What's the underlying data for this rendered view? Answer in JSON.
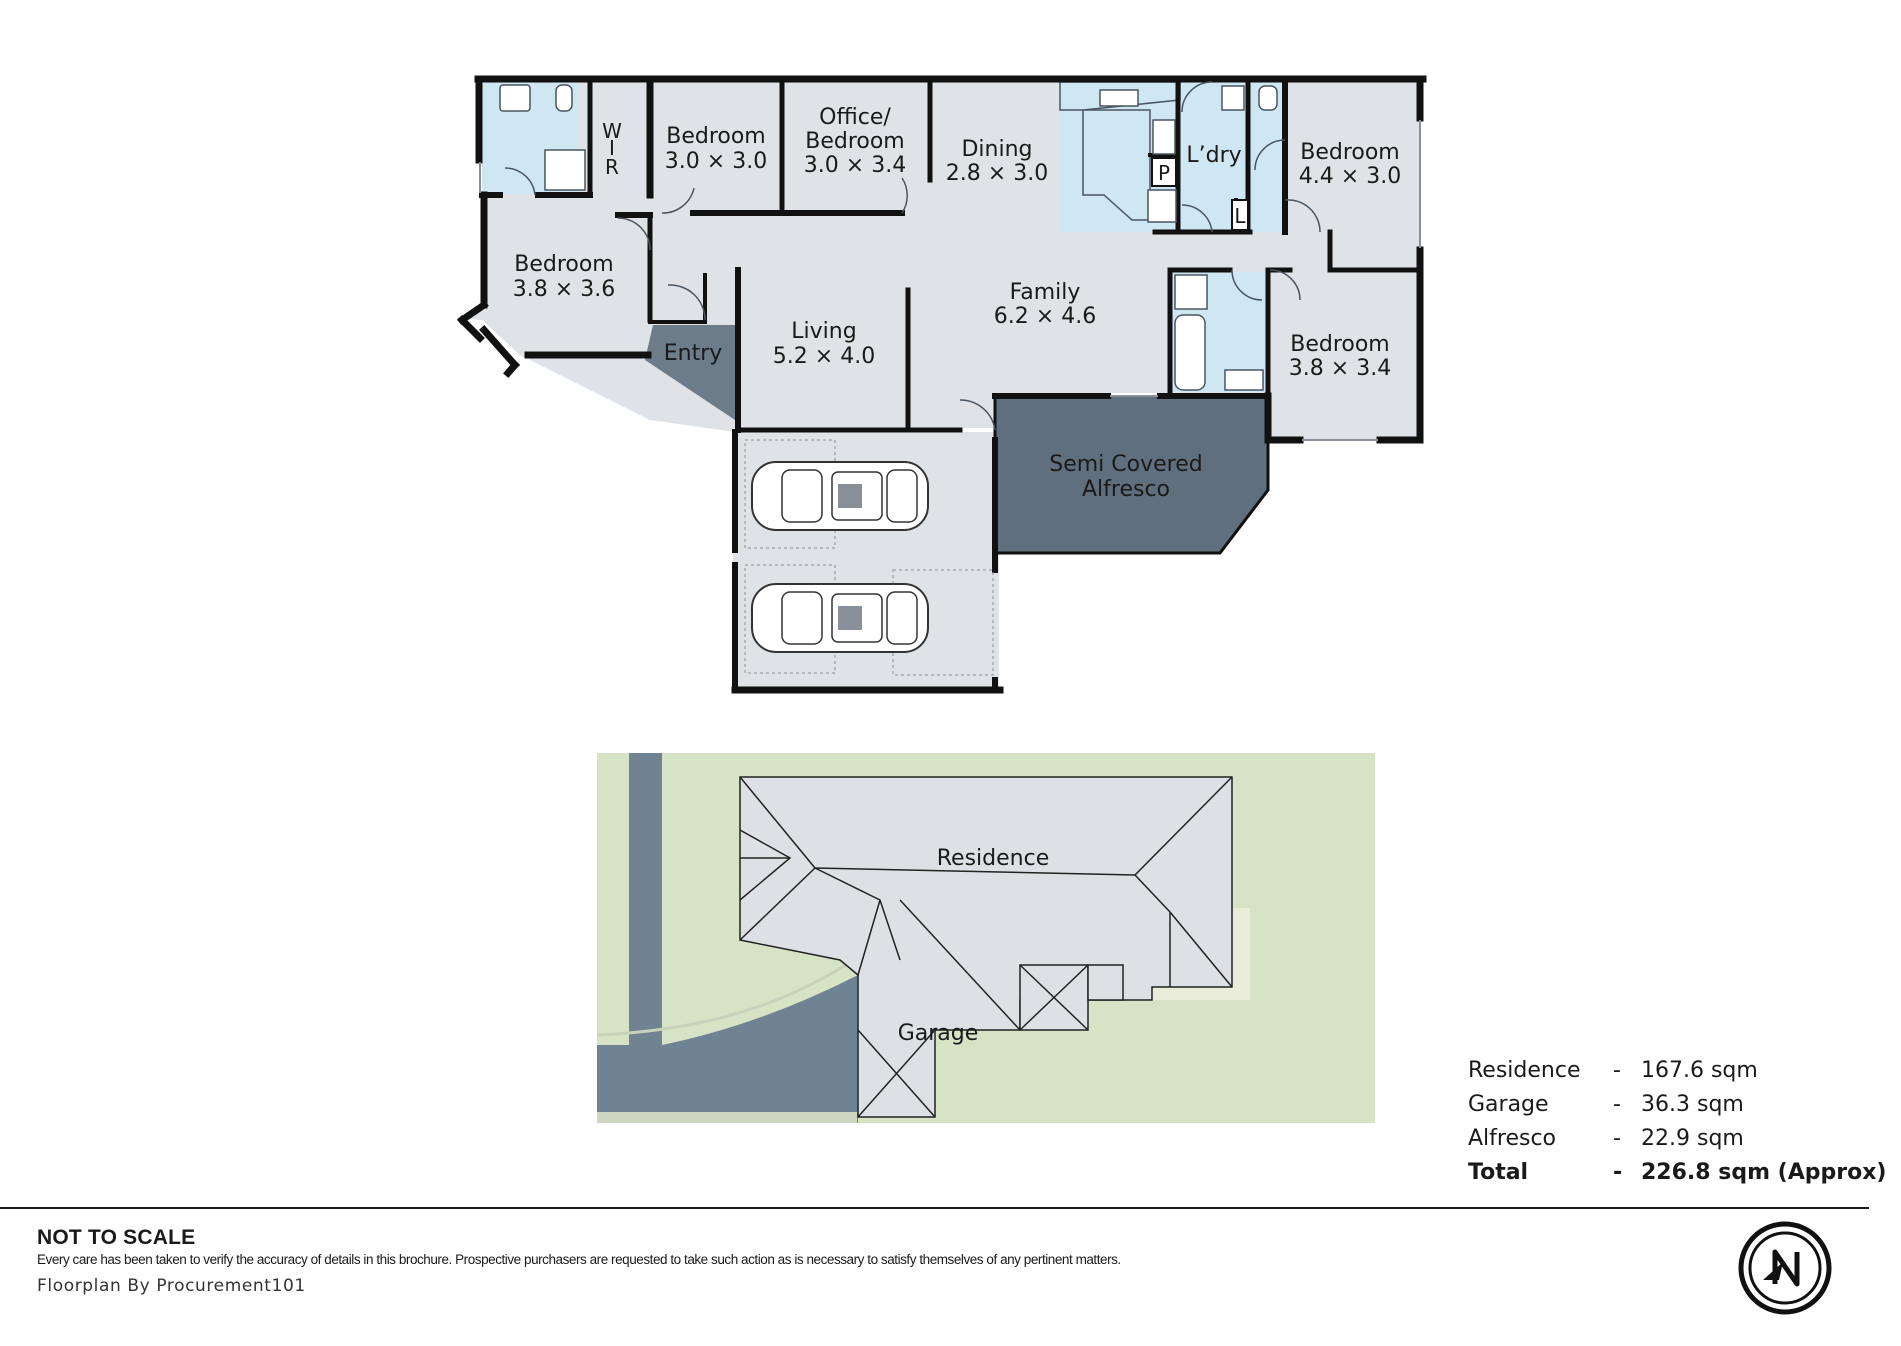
{
  "rooms": {
    "wir_w": "W",
    "wir_i": "I",
    "wir_r": "R",
    "bedroom1_name": "Bedroom",
    "bedroom1_dim": "3.0 × 3.0",
    "office_name_1": "Office/",
    "office_name_2": "Bedroom",
    "office_dim": "3.0 × 3.4",
    "dining_name": "Dining",
    "dining_dim": "2.8 × 3.0",
    "pantry": "P",
    "laundry": "L’dry",
    "linen": "L",
    "bedroom_ne_name": "Bedroom",
    "bedroom_ne_dim": "4.4 × 3.0",
    "bedroom_w_name": "Bedroom",
    "bedroom_w_dim": "3.8 × 3.6",
    "family_name": "Family",
    "family_dim": "6.2 × 4.6",
    "living_name": "Living",
    "living_dim": "5.2 × 4.0",
    "entry": "Entry",
    "bedroom_se_name": "Bedroom",
    "bedroom_se_dim": "3.8 × 3.4",
    "alfresco_1": "Semi Covered",
    "alfresco_2": "Alfresco"
  },
  "site_plan": {
    "residence": "Residence",
    "garage": "Garage"
  },
  "areas": [
    {
      "name": "Residence",
      "dash": "-",
      "value": "167.6 sqm"
    },
    {
      "name": "Garage",
      "dash": "-",
      "value": "36.3 sqm"
    },
    {
      "name": "Alfresco",
      "dash": "-",
      "value": "22.9 sqm"
    }
  ],
  "total": {
    "name": "Total",
    "dash": "-",
    "value": "226.8 sqm (Approx)"
  },
  "footer": {
    "title": "NOT TO SCALE",
    "disclaimer": "Every care has been taken to verify the accuracy of details in this brochure. Prospective purchasers are requested to take such action as is necessary to satisfy themselves of any pertinent matters.",
    "credit": "Floorplan By Procurement101"
  },
  "colors": {
    "floor": "#dfe2e6",
    "wet_area": "#cfe6f3",
    "alfresco": "#5f6f7e",
    "wall": "#111111",
    "lawn": "#d6e3c5",
    "roof": "#dde1e5",
    "driveway": "#6f8392"
  }
}
